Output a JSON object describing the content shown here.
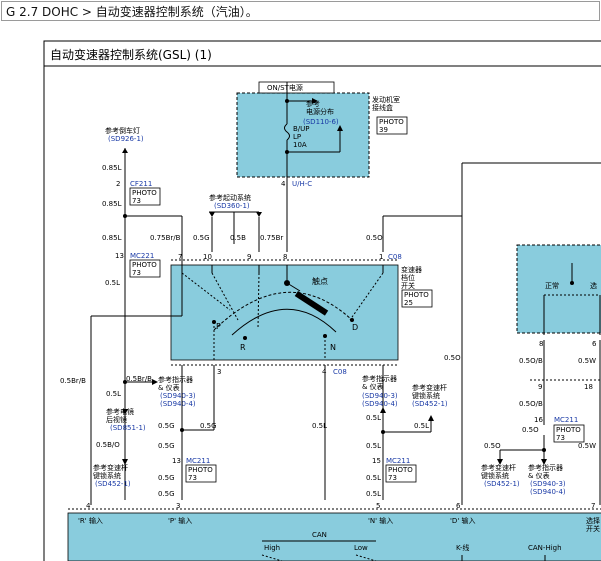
{
  "header": {
    "breadcrumb": "G 2.7 DOHC > 自动变速器控制系统（汽油）。"
  },
  "diagram": {
    "title": "自动变速器控制系统(GSL) (1)",
    "power": {
      "label": "ON/ST电源",
      "box_label": "发动机室\n接线盒",
      "ref_title": "参考\n电源分布",
      "ref_code": "(SD110-6)",
      "photo": "PHOTO\n39",
      "fuse": "B/UP\nLP\n10A",
      "pin": "4",
      "conn": "U/H-C"
    },
    "left_top": {
      "ref_title": "参考倒车灯",
      "ref_code": "(SD926-1)",
      "wire_085l_a": "0.85L",
      "pin_2": "2",
      "conn_cf211": "CF211",
      "photo_73_a": "PHOTO\n73",
      "wire_085l_b": "0.85L"
    },
    "starter_ref": {
      "title": "参考起动系统",
      "code": "(SD360-1)"
    },
    "wires_top": {
      "w085l": "0.85L",
      "w075brb": "0.75Br/B",
      "w05g": "0.5G",
      "w05b": "0.5B",
      "w075br": "0.75Br",
      "w05o": "0.5O"
    },
    "switch": {
      "conn": "C08",
      "name": "变速器\n档位\n开关",
      "photo": "PHOTO\n25",
      "contact": "触点",
      "pos_p": "P",
      "pos_r": "R",
      "pos_n": "N",
      "pos_d": "D",
      "pins": [
        "7",
        "10",
        "9",
        "8",
        "1",
        "3",
        "4"
      ]
    },
    "mc221": {
      "pin": "13",
      "conn": "MC221",
      "photo": "PHOTO\n73",
      "wire": "0.5L"
    },
    "left_bottom": {
      "w05brb_a": "0.5Br/B",
      "w05brb_b": "0.5Br/B",
      "w05l": "0.5L",
      "mirror_title": "参考电镜\n后视镜",
      "mirror_code": "(SD851-1)",
      "w05bo": "0.5B/O",
      "lock_title": "参考变速杆\n键锁系统",
      "lock_code": "(SD452-1)",
      "ind_title": "参考指示器\n& 仪表",
      "ind_code": "(SD940-3)\n(SD940-4)",
      "w05g_a": "0.5G",
      "w05g_b": "0.5G",
      "w05g_c": "0.5G",
      "w05g_d": "0.5G",
      "mc211_pin": "13",
      "mc211": "MC211",
      "photo_73": "PHOTO\n73"
    },
    "middle": {
      "conn_c08": "C08",
      "ind_title": "参考指示器\n& 仪表",
      "ind_code": "(SD940-3)\n(SD940-4)",
      "lock_title": "参考变速杆\n键锁系统",
      "lock_code": "(SD452-1)",
      "w05l_a": "0.5L",
      "w05l_b": "0.5L",
      "w05l_c": "0.5L",
      "w05l_d": "0.5L",
      "w05l_e": "0.5L",
      "w05l_f": "0.5L",
      "mc211_pin": "15",
      "mc211": "MC211",
      "photo_73": "PHOTO\n73",
      "w05o": "0.5O"
    },
    "right": {
      "label_zc": "正常",
      "label_sel": "选",
      "pin_8": "8",
      "pin_6": "6",
      "w05ob": "0.5O/B",
      "w05w": "0.5W",
      "pin_9": "9",
      "pin_18": "18",
      "w05ob_b": "0.5O/B",
      "mc211_pin": "16",
      "mc211": "MC211",
      "photo_73": "PHOTO\n73",
      "w05o": "0.5O",
      "w05w_b": "0.5W",
      "w05o_c": "0.5O",
      "lock_title": "参考变速杆\n键锁系统",
      "lock_code": "(SD452-1)",
      "ind_title": "参考指示器\n& 仪表",
      "ind_code": "(SD940-3)\n(SD940-4)"
    },
    "ecm": {
      "pins": [
        "4",
        "3",
        "5",
        "6",
        "7"
      ],
      "inputs": [
        "'R' 输入",
        "'P' 输入",
        "'N' 输入",
        "'D' 输入"
      ],
      "right_label": "选择\n开关",
      "can": "CAN",
      "high": "High",
      "low": "Low",
      "k_line": "K-线",
      "can_high": "CAN-High"
    }
  }
}
